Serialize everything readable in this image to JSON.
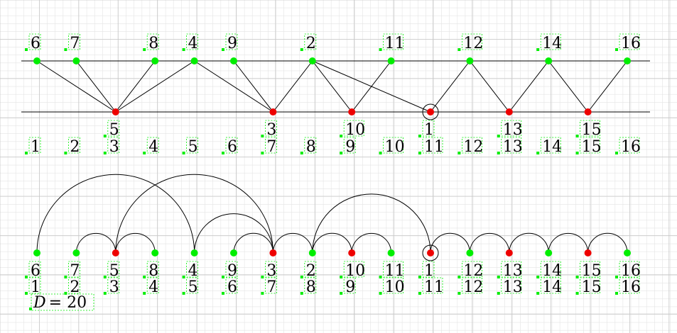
{
  "colors": {
    "green": "#00ee00",
    "red": "#ee0000",
    "grid_major": "#c8c8c8",
    "grid_minor": "#e4e4e4",
    "line": "#000000"
  },
  "top": {
    "upper_nodes": [
      {
        "label": "6"
      },
      {
        "label": "7"
      },
      {
        "label": "8"
      },
      {
        "label": "4"
      },
      {
        "label": "9"
      },
      {
        "label": "2"
      },
      {
        "label": "11"
      },
      {
        "label": "12"
      },
      {
        "label": "14"
      },
      {
        "label": "16"
      }
    ],
    "lower_nodes": [
      {
        "label": "5"
      },
      {
        "label": "3"
      },
      {
        "label": "10"
      },
      {
        "label": "1",
        "circled": true
      },
      {
        "label": "13"
      },
      {
        "label": "15"
      }
    ],
    "index_row": [
      "1",
      "2",
      "3",
      "4",
      "5",
      "6",
      "7",
      "8",
      "9",
      "10",
      "11",
      "12",
      "13",
      "14",
      "15",
      "16"
    ]
  },
  "bottom": {
    "nodes": [
      {
        "label": "6",
        "index": "1",
        "color": "green"
      },
      {
        "label": "7",
        "index": "2",
        "color": "green"
      },
      {
        "label": "5",
        "index": "3",
        "color": "red"
      },
      {
        "label": "8",
        "index": "4",
        "color": "green"
      },
      {
        "label": "4",
        "index": "5",
        "color": "green"
      },
      {
        "label": "9",
        "index": "6",
        "color": "green"
      },
      {
        "label": "3",
        "index": "7",
        "color": "red"
      },
      {
        "label": "2",
        "index": "8",
        "color": "green"
      },
      {
        "label": "10",
        "index": "9",
        "color": "red"
      },
      {
        "label": "11",
        "index": "10",
        "color": "green"
      },
      {
        "label": "1",
        "index": "11",
        "color": "red",
        "circled": true
      },
      {
        "label": "12",
        "index": "12",
        "color": "green"
      },
      {
        "label": "13",
        "index": "13",
        "color": "red"
      },
      {
        "label": "14",
        "index": "14",
        "color": "green"
      },
      {
        "label": "15",
        "index": "15",
        "color": "red"
      },
      {
        "label": "16",
        "index": "16",
        "color": "green"
      }
    ]
  },
  "d_label": {
    "var": "D",
    "eq": "= 20"
  }
}
